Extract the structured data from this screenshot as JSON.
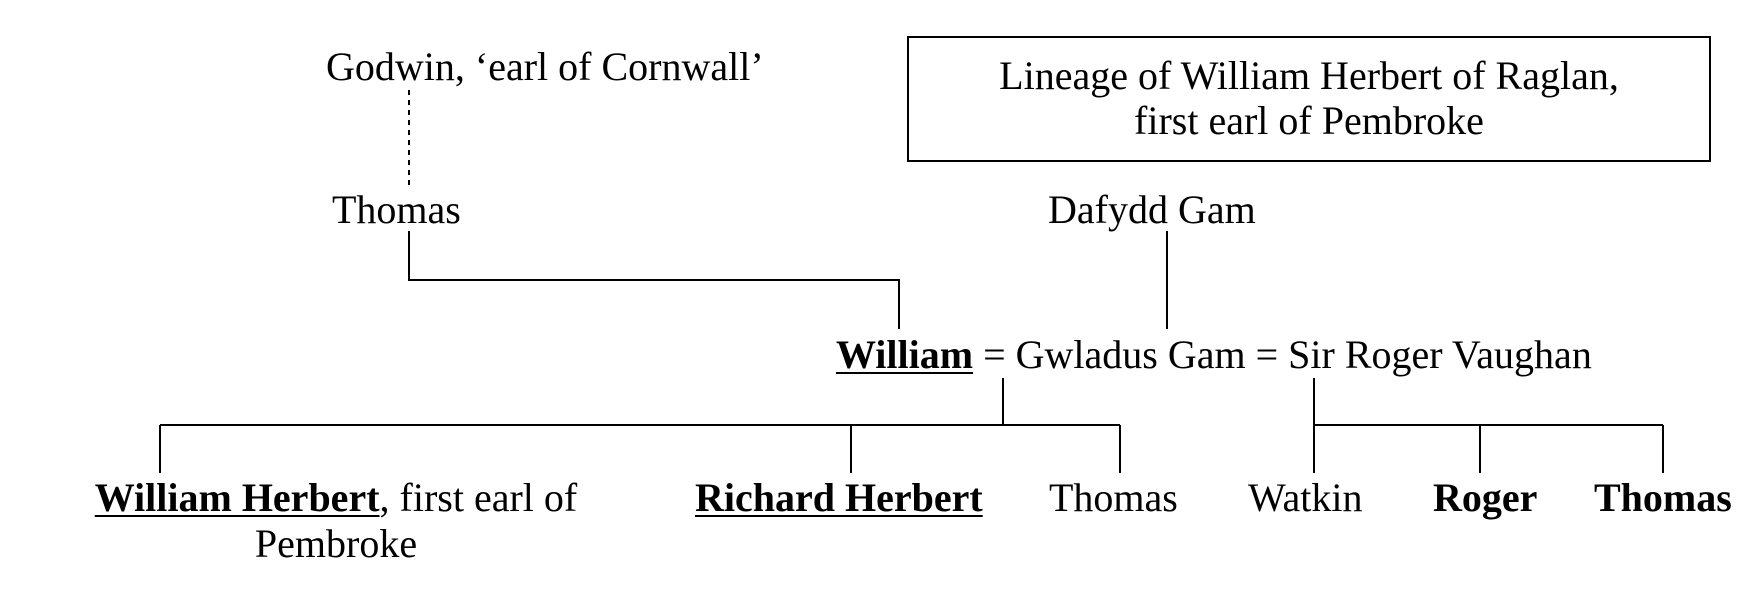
{
  "title": {
    "line1": "Lineage of William Herbert of Raglan,",
    "line2": "first earl of Pembroke"
  },
  "people": {
    "godwin": "Godwin, ‘earl of Cornwall’",
    "thomas_father": "Thomas",
    "dafydd": "Dafydd Gam",
    "william": "William",
    "marriage_text": " = Gwladus Gam = Sir Roger Vaughan",
    "william_herbert": "William Herbert",
    "william_herbert_rest": ", first earl of",
    "william_herbert_line2": "Pembroke",
    "richard_herbert": "Richard Herbert",
    "thomas_son": "Thomas",
    "watkin": "Watkin",
    "roger": "Roger",
    "thomas_vaughan": "Thomas"
  }
}
